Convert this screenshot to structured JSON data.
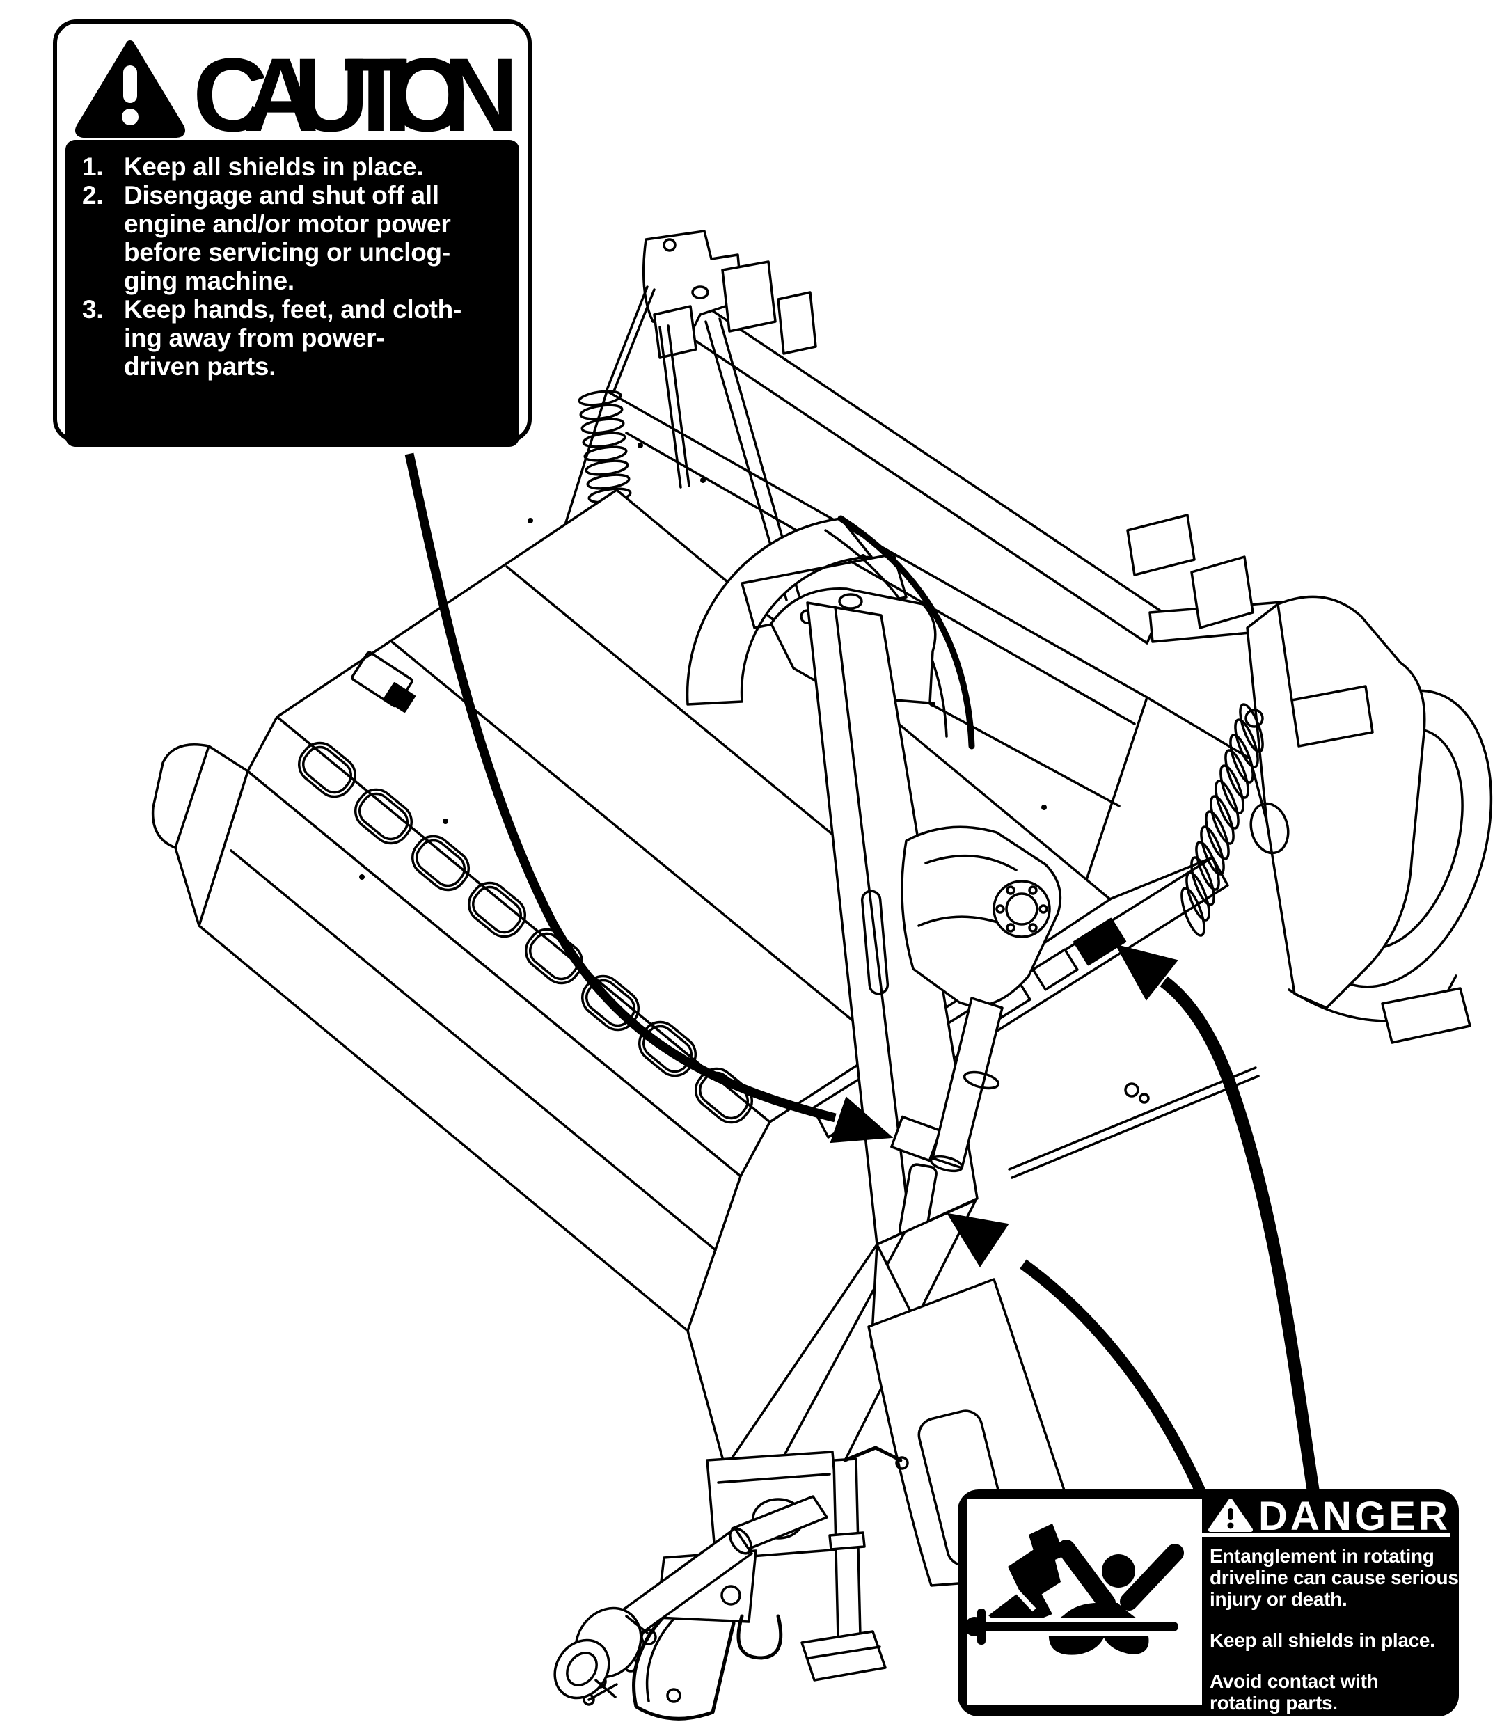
{
  "page": {
    "background_color": "#ffffff",
    "line_color": "#000000",
    "kind": "operator-manual safety decal location diagram"
  },
  "caution_label": {
    "signal_word": "CAUTION",
    "icon": "warning-triangle-icon",
    "items": [
      {
        "number": "1.",
        "lines": [
          "Keep all shields in place."
        ]
      },
      {
        "number": "2.",
        "lines": [
          "Disengage and shut off all",
          "engine and/or motor power",
          "before servicing or unclog-",
          "ging machine."
        ]
      },
      {
        "number": "3.",
        "lines": [
          "Keep hands, feet, and cloth-",
          "ing away from power-",
          "driven parts."
        ]
      }
    ]
  },
  "danger_label": {
    "signal_word": "DANGER",
    "icon": "warning-triangle-icon",
    "pictogram": "driveline-entanglement-pictogram",
    "paragraphs": [
      {
        "lines": [
          "Entanglement in rotating",
          "driveline can cause serious",
          "injury or death."
        ]
      },
      {
        "lines": [
          "Keep all shields in place."
        ]
      },
      {
        "lines": [
          "Avoid contact with",
          "rotating parts."
        ]
      }
    ]
  },
  "illustration": {
    "subject": "pull-type mower conditioner with raised swing tongue",
    "callout_arrows": [
      {
        "from": "caution-label",
        "to": "decal location on swing tongue"
      },
      {
        "from": "danger-label",
        "to": "decal location at tongue pivot"
      },
      {
        "from": "danger-label",
        "to": "decal location on cutterbar frame rail"
      }
    ]
  }
}
